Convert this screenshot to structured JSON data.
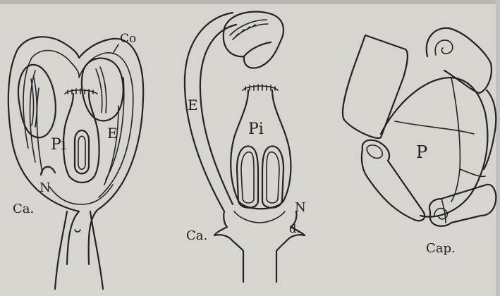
{
  "figure": {
    "background": "#d6d5d0",
    "ink": "#232323",
    "panels": [
      {
        "id": "left-flower",
        "labels": {
          "co": "Co",
          "e": "E",
          "pi": "Pi",
          "n": "N",
          "ca": "Ca."
        }
      },
      {
        "id": "middle-flower",
        "labels": {
          "e": "E",
          "pi": "Pi",
          "n": "N",
          "d": "d.",
          "ca": "Ca."
        }
      },
      {
        "id": "right-flower",
        "labels": {
          "p": "P",
          "cap": "Cap."
        }
      }
    ]
  }
}
